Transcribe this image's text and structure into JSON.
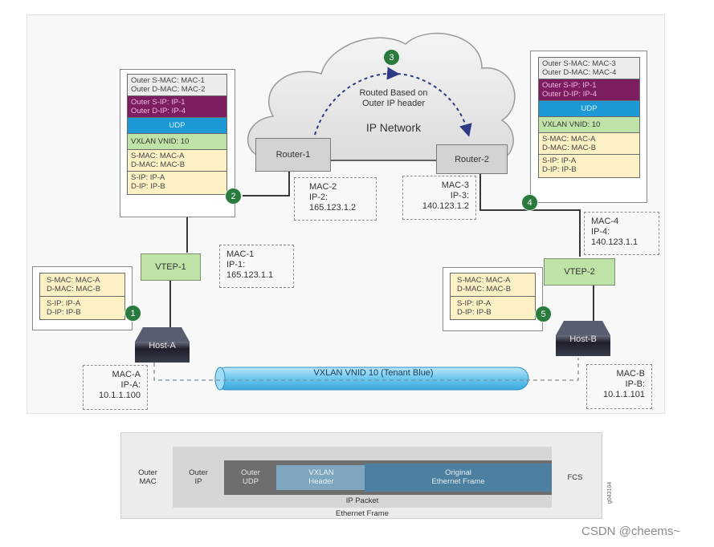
{
  "cloud": {
    "title": "IP Network",
    "routing_note_line1": "Routed Based on",
    "routing_note_line2": "Outer IP header",
    "step": "3"
  },
  "routers": [
    {
      "label": "Router-1"
    },
    {
      "label": "Router-2"
    }
  ],
  "vteps": [
    {
      "label": "VTEP-1"
    },
    {
      "label": "VTEP-2"
    }
  ],
  "hosts": [
    {
      "label": "Host-A"
    },
    {
      "label": "Host-B"
    }
  ],
  "steps": [
    "1",
    "2",
    "3",
    "4",
    "5"
  ],
  "address_boxes": {
    "router1": {
      "mac": "MAC-2",
      "ip_label": "IP-2:",
      "ip": "165.123.1.2"
    },
    "router2": {
      "mac": "MAC-3",
      "ip_label": "IP-3:",
      "ip": "140.123.1.2"
    },
    "vtep1": {
      "mac": "MAC-1",
      "ip_label": "IP-1:",
      "ip": "165.123.1.1"
    },
    "vtep2": {
      "mac": "MAC-4",
      "ip_label": "IP-4:",
      "ip": "140.123.1.1"
    },
    "hostA": {
      "mac": "MAC-A",
      "ip_label": "IP-A:",
      "ip": "10.1.1.100"
    },
    "hostB": {
      "mac": "MAC-B",
      "ip_label": "IP-B:",
      "ip": "10.1.1.101"
    }
  },
  "packets": {
    "step2": {
      "outer_mac": [
        "Outer S-MAC: MAC-1",
        "Outer D-MAC: MAC-2"
      ],
      "outer_ip": [
        "Outer S-IP: IP-1",
        "Outer D-IP: IP-4"
      ],
      "udp": "UDP",
      "vnid": "VXLAN VNID: 10",
      "inner_mac": [
        "S-MAC: MAC-A",
        "D-MAC: MAC-B"
      ],
      "inner_ip": [
        "S-IP: IP-A",
        "D-IP: IP-B"
      ]
    },
    "step4": {
      "outer_mac": [
        "Outer S-MAC: MAC-3",
        "Outer D-MAC: MAC-4"
      ],
      "outer_ip": [
        "Outer S-IP: IP-1",
        "Outer D-IP: IP-4"
      ],
      "udp": "UDP",
      "vnid": "VXLAN VNID: 10",
      "inner_mac": [
        "S-MAC: MAC-A",
        "D-MAC: MAC-B"
      ],
      "inner_ip": [
        "S-IP: IP-A",
        "D-IP: IP-B"
      ]
    },
    "step1": {
      "inner_mac": [
        "S-MAC: MAC-A",
        "D-MAC: MAC-B"
      ],
      "inner_ip": [
        "S-IP: IP-A",
        "D-IP: IP-B"
      ]
    },
    "step5": {
      "inner_mac": [
        "S-MAC: MAC-A",
        "D-MAC: MAC-B"
      ],
      "inner_ip": [
        "S-IP: IP-A",
        "D-IP: IP-B"
      ]
    }
  },
  "tunnel": {
    "label": "VXLAN VNID 10 (Tenant Blue)"
  },
  "frame_format": {
    "outer_mac": [
      "Outer",
      "MAC"
    ],
    "outer_ip": [
      "Outer",
      "IP"
    ],
    "outer_udp": [
      "Outer",
      "UDP"
    ],
    "vxlan_header": [
      "VXLAN",
      "Header"
    ],
    "original_frame": [
      "Original",
      "Ethernet Frame"
    ],
    "fcs": "FCS",
    "ip_packet": "IP Packet",
    "ethernet_frame": "Ethernet Frame",
    "figure_id": "g043104"
  },
  "colors": {
    "outer_ip_layer": "#7b1d5f",
    "udp_layer": "#1d9ad6",
    "vnid_layer": "#bfe3a6",
    "inner_layer": "#fbf1c4",
    "step_badge": "#2b7a3d",
    "tunnel": "#6cc7ee"
  },
  "watermark": "CSDN @cheems~"
}
